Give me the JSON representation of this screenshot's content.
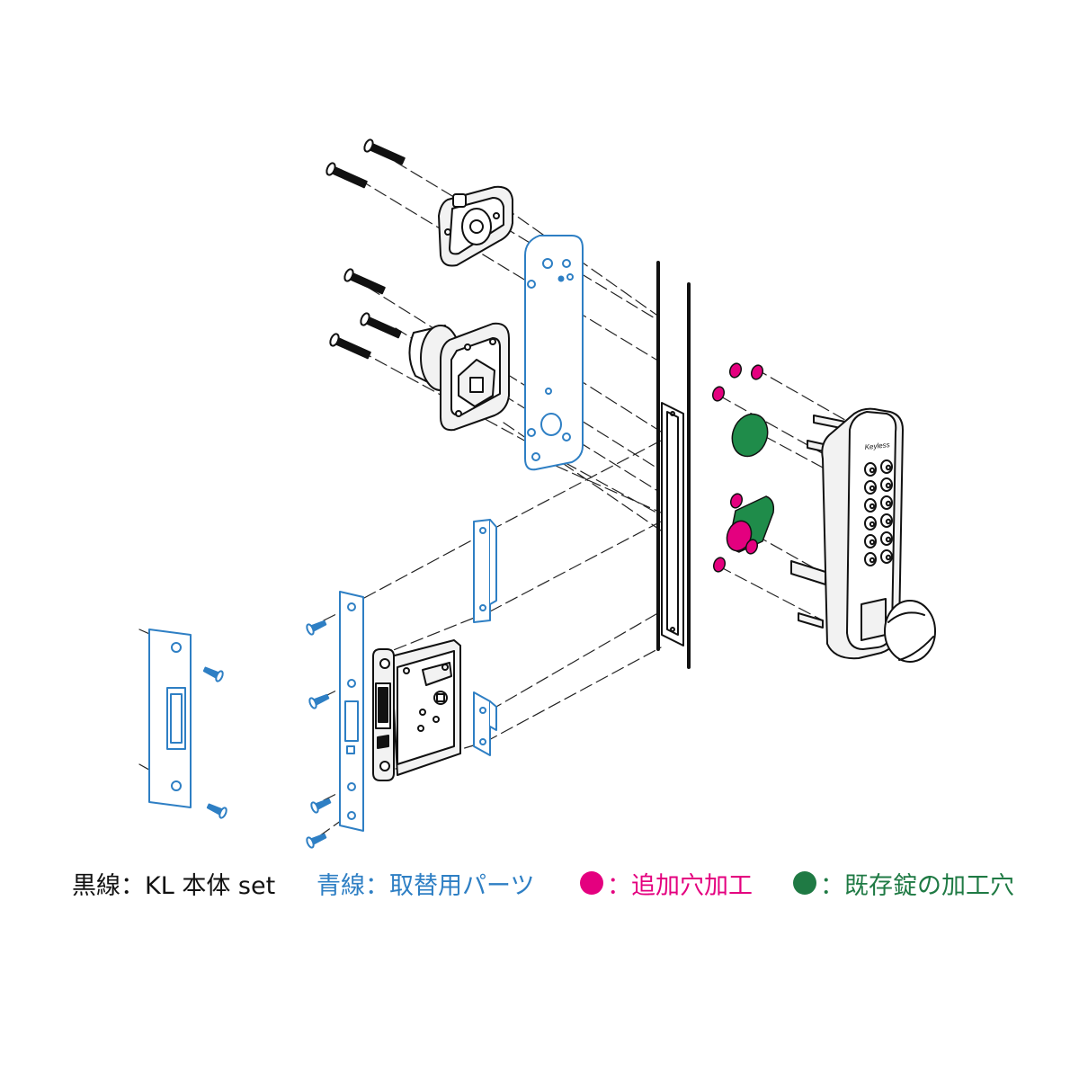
{
  "legend": {
    "black": {
      "text": "黒線：KL 本体 set"
    },
    "blue": {
      "text": "青線：取替用パーツ"
    },
    "magenta": {
      "text": "：追加穴加工"
    },
    "green": {
      "text": "：既存錠の加工穴"
    }
  },
  "keypad": {
    "brand_text": "Keyless"
  },
  "colors": {
    "black_line": "#111111",
    "blue_line": "#2e7fc4",
    "magenta": "#e4007f",
    "green": "#1f8c4a",
    "part_fill": "#f2f2f2"
  }
}
